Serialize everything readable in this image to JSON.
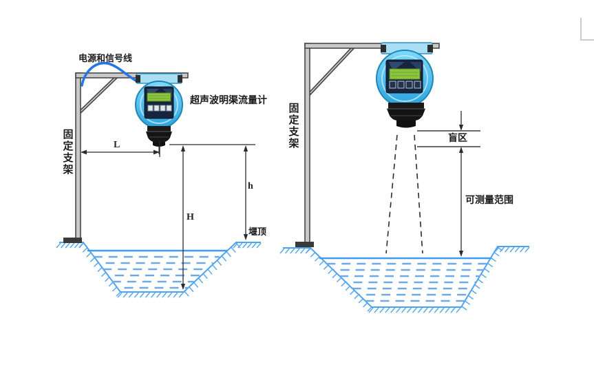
{
  "labels": {
    "power_signal_cable": "电源和信号线",
    "device_name": "超声波明渠流量计",
    "fixed_bracket_left": "固定支架",
    "fixed_bracket_right": "固定支架",
    "dim_length": "L",
    "dim_height_total": "H",
    "dim_height_weir": "h",
    "weir_top": "堰顶",
    "blind_zone": "盲区",
    "measurable_range": "可测量范围"
  },
  "colors": {
    "device_body_blue": "#4fc0ee",
    "device_ring_blue": "#1f86b8",
    "display_bezel_navy": "#17243d",
    "lcd_green": "#8cc63e",
    "cable_blue": "#2575e8",
    "structure_gray": "#4a4a4a",
    "line_black": "#2b2b2b",
    "water_blue": "#3f9bf0",
    "water_dash_blue": "#6fa9e4",
    "hatch_blue": "#58a8f2",
    "transducer_black": "#141414"
  }
}
